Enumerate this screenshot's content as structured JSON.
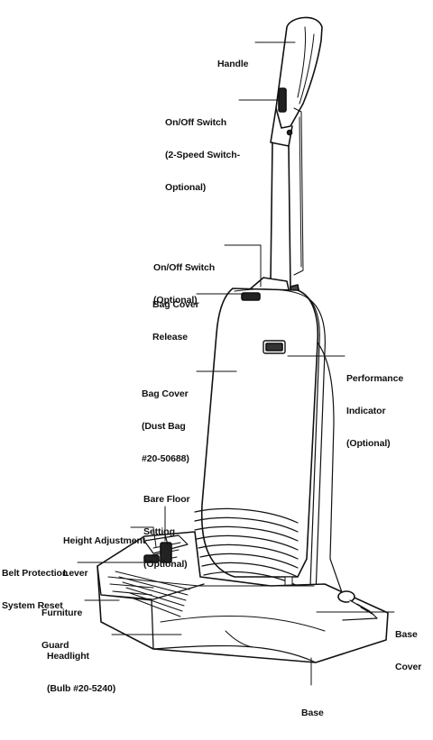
{
  "labels": {
    "handle": [
      "Handle"
    ],
    "onoff_top": [
      "On/Off Switch",
      "(2-Speed Switch-",
      "Optional)"
    ],
    "onoff_mid": [
      "On/Off Switch",
      "(Optional)"
    ],
    "bag_cover_release": [
      "Bag Cover",
      "Release"
    ],
    "performance": [
      "Performance",
      "Indicator",
      "(Optional)"
    ],
    "bag_cover": [
      "Bag Cover",
      "(Dust Bag",
      "#20-50688)"
    ],
    "bare_floor": [
      "Bare Floor",
      "Setting",
      "(Optional)"
    ],
    "height_adj": [
      "Height Adjustment",
      "Lever"
    ],
    "belt_protection": [
      "Belt Protection",
      "System Reset"
    ],
    "furniture_guard": [
      "Furniture",
      "Guard"
    ],
    "headlight": [
      "Headlight",
      "(Bulb #20-5240)"
    ],
    "base_cover": [
      "Base",
      "Cover"
    ],
    "base": [
      "Base"
    ]
  }
}
